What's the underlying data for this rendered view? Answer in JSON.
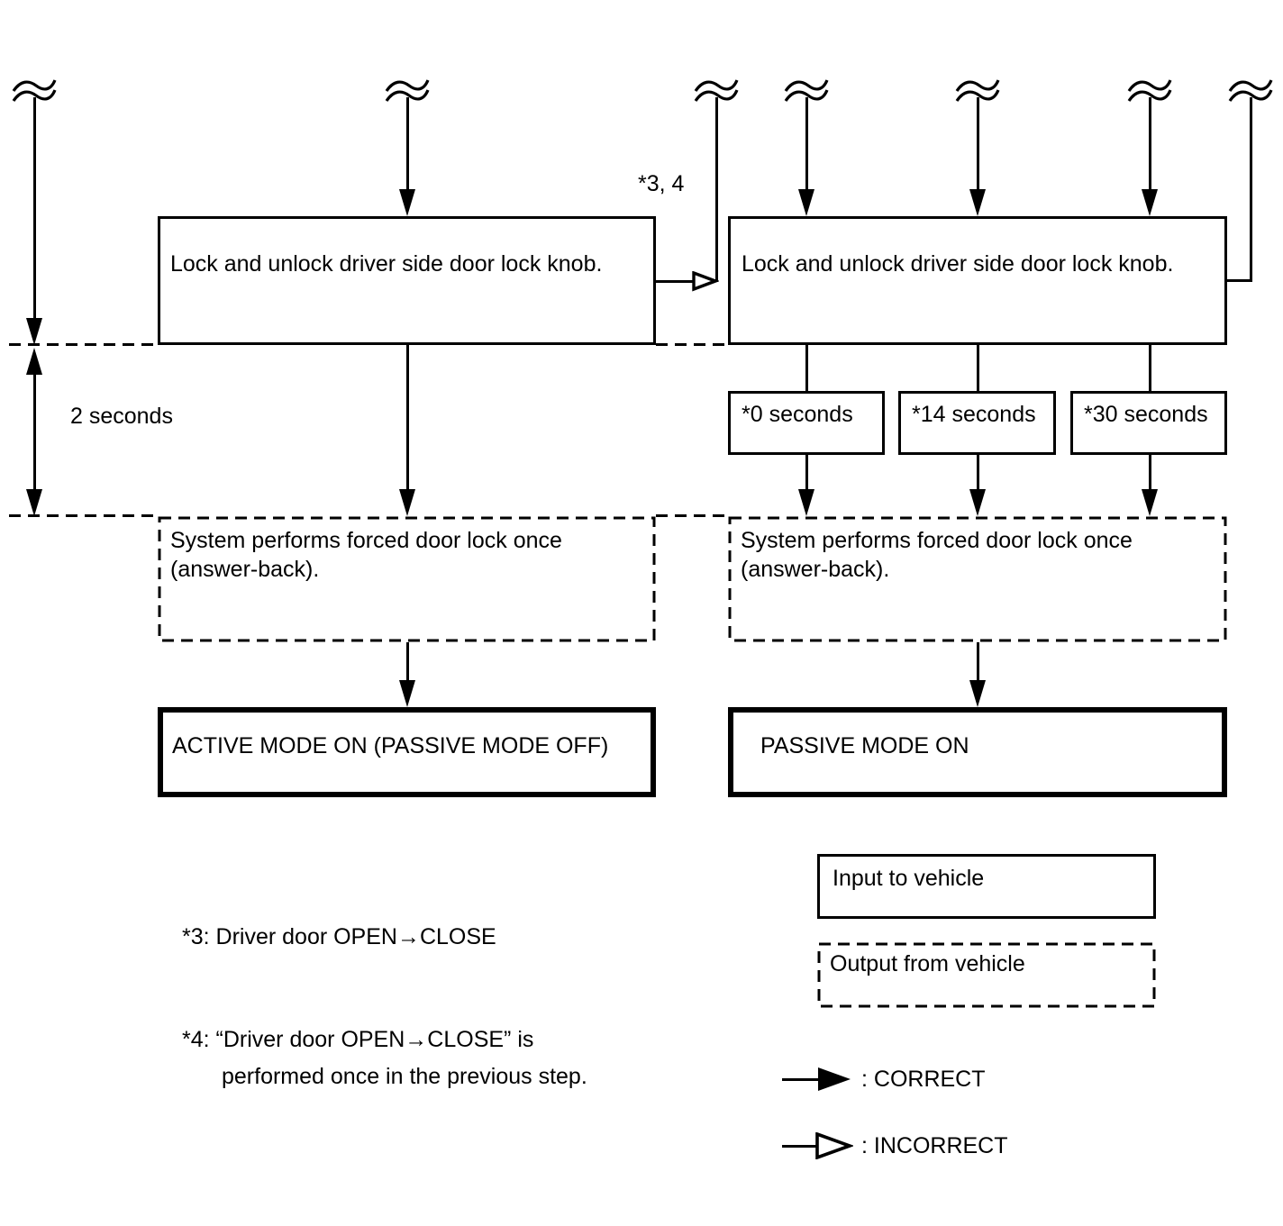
{
  "diagram": {
    "left_flow": {
      "action": "Lock and unlock driver side door lock knob.",
      "delay_label": "2 seconds",
      "result": "System performs forced door lock once (answer-back).",
      "outcome": "ACTIVE MODE ON (PASSIVE MODE OFF)"
    },
    "right_flow": {
      "action": "Lock and unlock driver side door lock knob.",
      "delays": [
        {
          "label": "*0 seconds"
        },
        {
          "label": "*14 seconds"
        },
        {
          "label": "*30 seconds"
        }
      ],
      "result": "System performs forced door lock once (answer-back).",
      "outcome": "PASSIVE MODE ON"
    },
    "incorrect_path_label": "*3, 4"
  },
  "legend": {
    "input_box": "Input to vehicle",
    "output_box": "Output from vehicle",
    "correct_label": ": CORRECT",
    "incorrect_label": ": INCORRECT"
  },
  "notes": {
    "note3": "*3: Driver door OPEN→CLOSE",
    "note4_line1": "*4: “Driver door OPEN→CLOSE” is",
    "note4_line2": "performed once in the previous step."
  },
  "colors": {
    "ink": "#000000",
    "paper": "#ffffff"
  }
}
